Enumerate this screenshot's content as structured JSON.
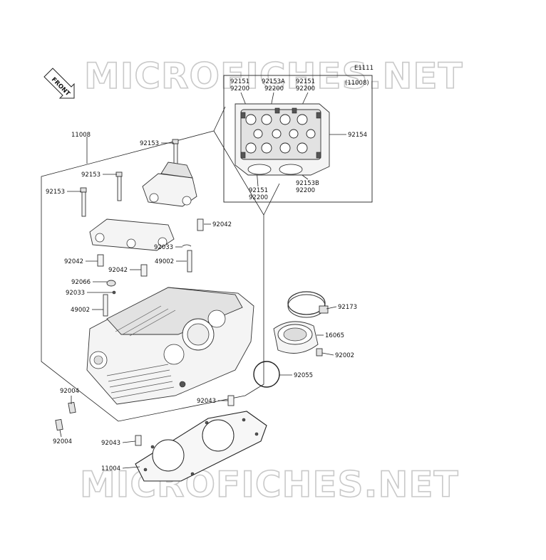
{
  "watermark": {
    "top": "MICROFICHES.NET",
    "bottom": "MICROFICHES.NET"
  },
  "front_arrow": {
    "label": "FRONT",
    "icon": "front-arrow-icon"
  },
  "diagram_code": "E1111",
  "inset": {
    "ref": "(11008)",
    "top_labels": [
      {
        "a": "92151",
        "b": "92200"
      },
      {
        "a": "92153A",
        "b": "92200"
      },
      {
        "a": "92151",
        "b": "92200"
      }
    ],
    "right_label": "92154",
    "bottom_labels": [
      {
        "a": "92151",
        "b": "92200"
      },
      {
        "a": "92153B",
        "b": "92200"
      }
    ]
  },
  "callouts": {
    "c11008": "11008",
    "c92153_top": "92153",
    "c92153_mid": "92153",
    "c92153_left": "92153",
    "c92042_right": "92042",
    "c92033_mid": "92033",
    "c49002_mid": "49002",
    "c92042_left": "92042",
    "c92042_mid": "92042",
    "c92066": "92066",
    "c92033_left": "92033",
    "c49002_left": "49002",
    "c92173": "92173",
    "c16065": "16065",
    "c92002": "92002",
    "c92055": "92055",
    "c92004_top": "92004",
    "c92004_bottom": "92004",
    "c92043_right": "92043",
    "c92043_left": "92043",
    "c11004": "11004"
  }
}
